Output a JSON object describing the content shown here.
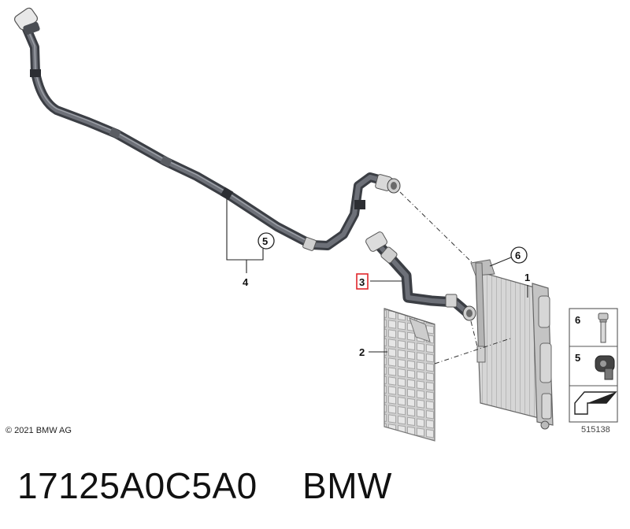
{
  "callouts": {
    "hose_4": "4",
    "clamp_5": "5",
    "hose_3": "3",
    "screen_2": "2",
    "radiator_1": "1",
    "screw_6": "6"
  },
  "legend": {
    "item_6": "6",
    "item_5": "5"
  },
  "copyright": "© 2021 BMW AG",
  "diagram_number": "515138",
  "caption": {
    "part_number": "17125A0C5A0",
    "brand": "BMW"
  },
  "colors": {
    "hose": "#4e5158",
    "hose_highlight": "#8a8e96",
    "highlight_box": "#e0262b",
    "radiator": "#c9c9c9"
  }
}
